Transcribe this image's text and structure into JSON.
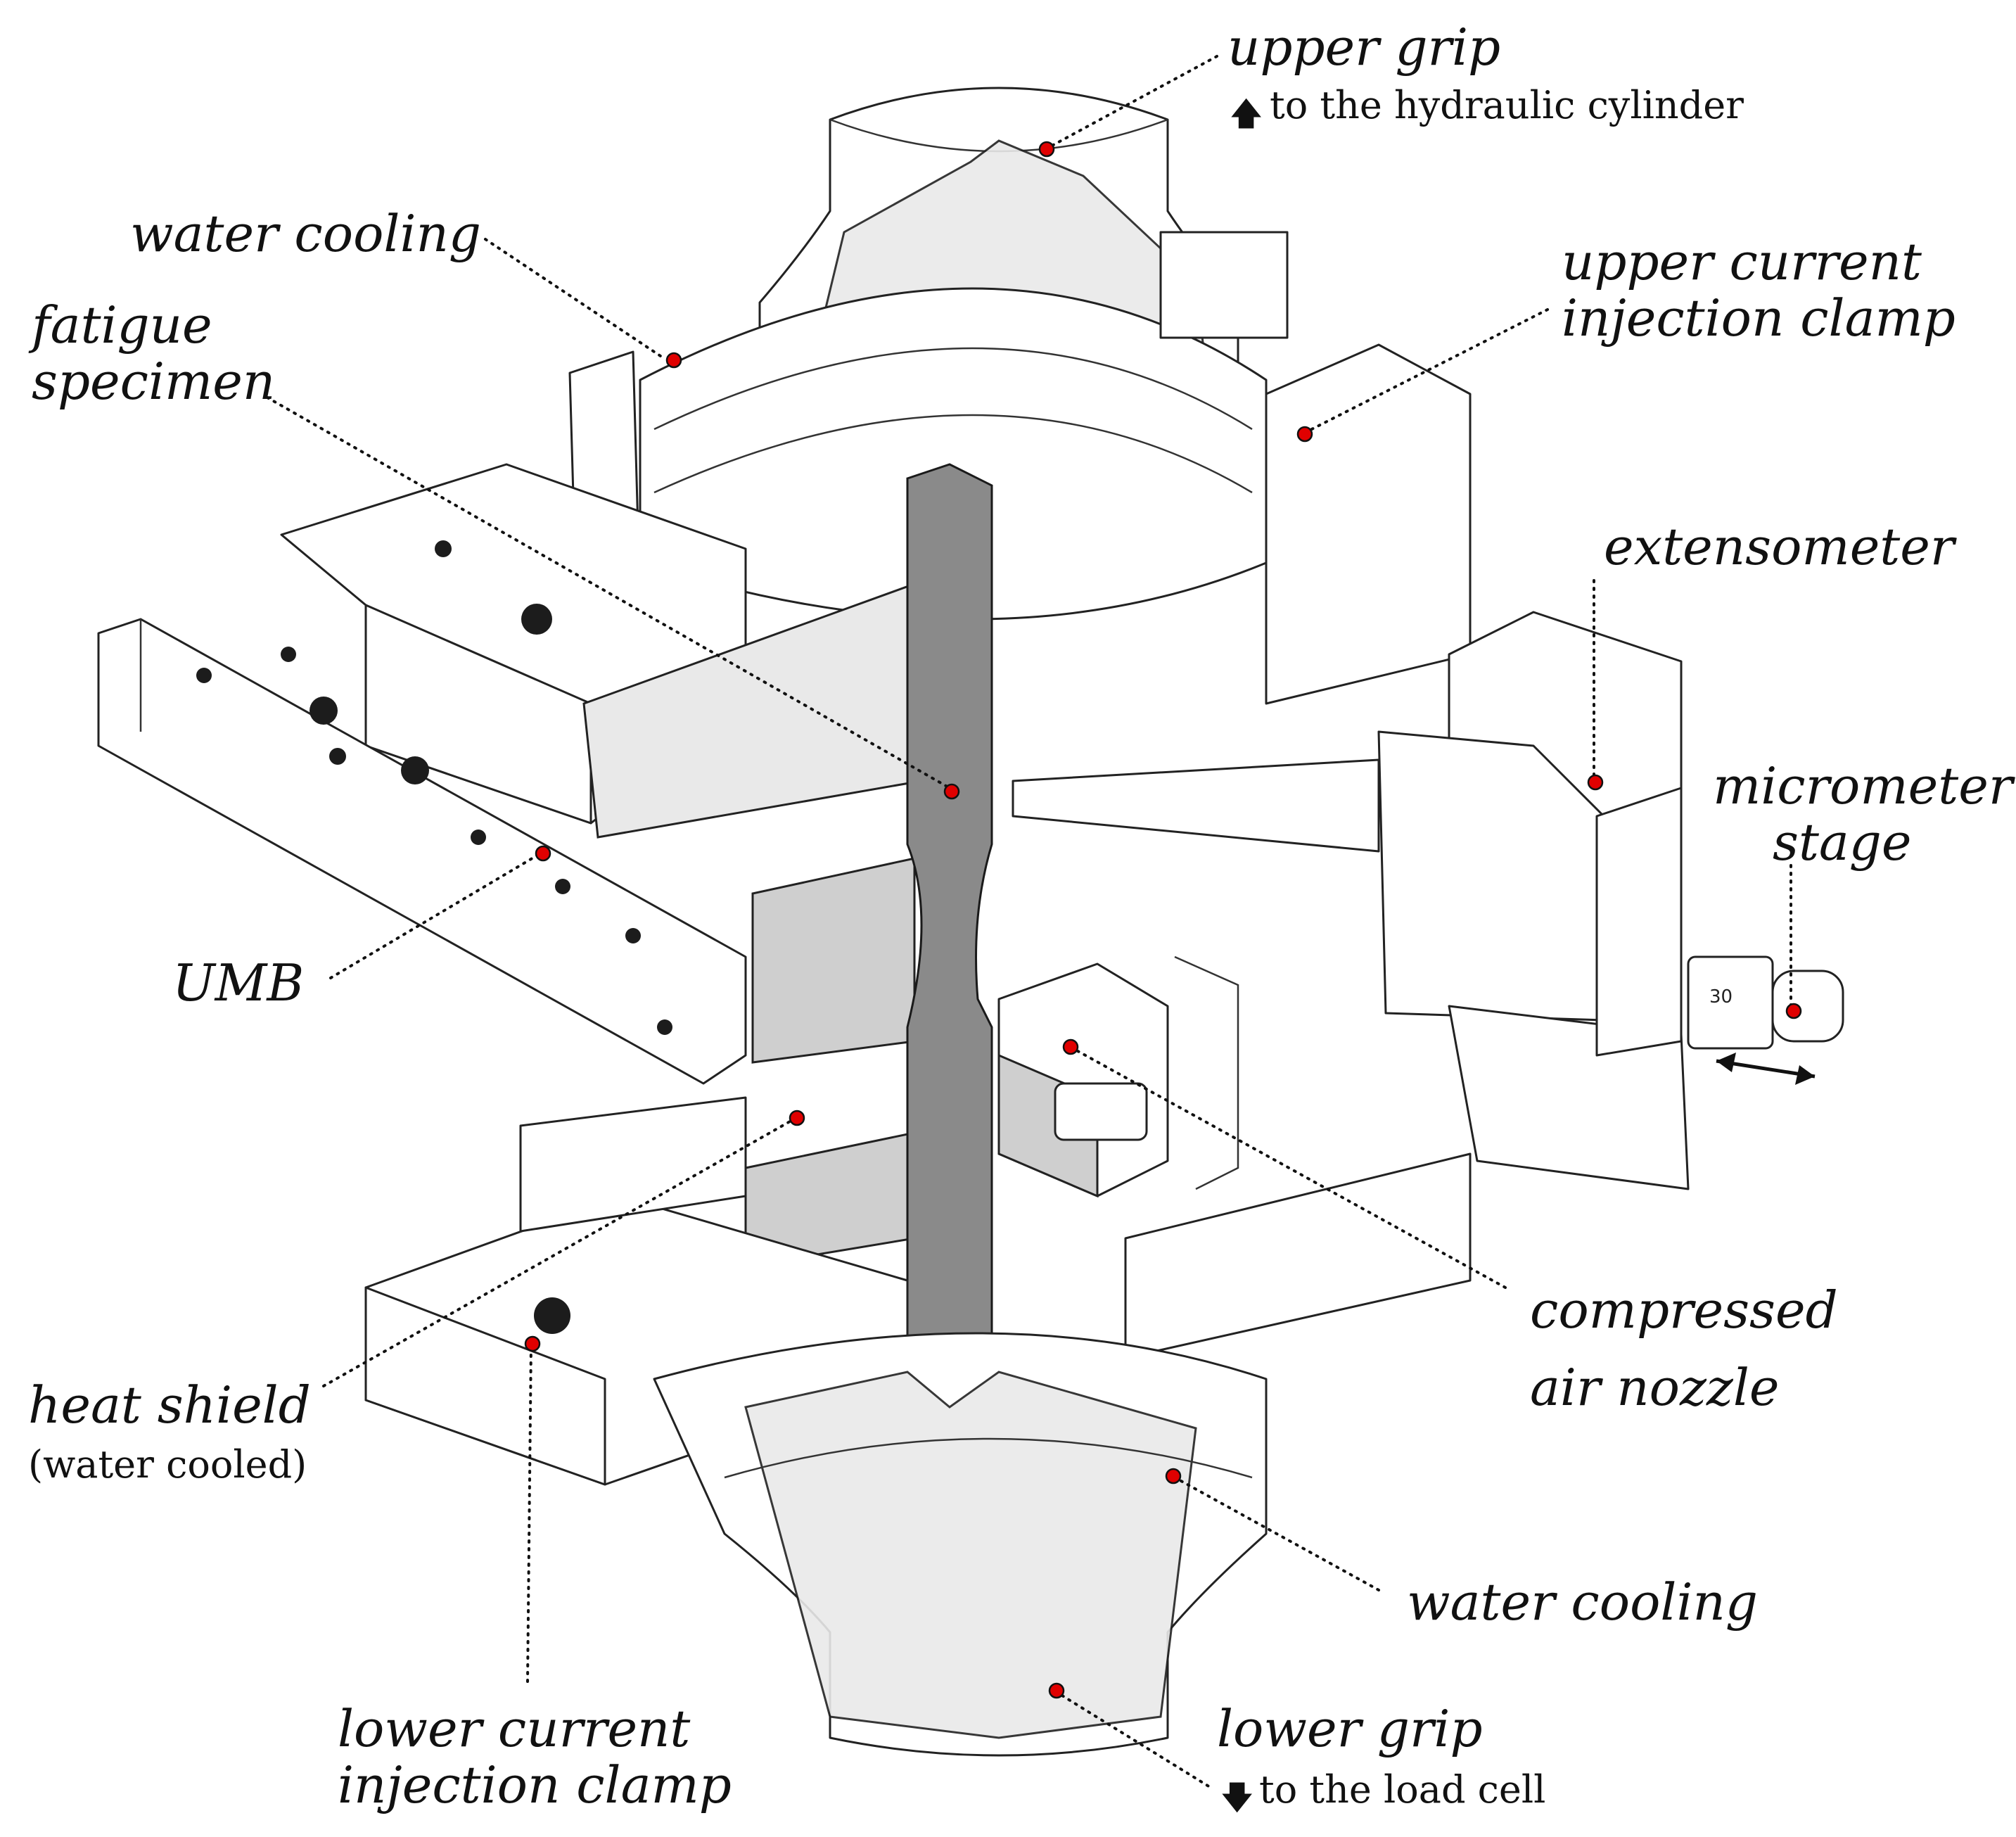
{
  "labels": {
    "upper_grip": "upper grip",
    "upper_grip_note": "to the hydraulic cylinder",
    "water_cooling_top": "water cooling",
    "upper_clamp_line1": "upper current",
    "upper_clamp_line2": "injection clamp",
    "fatigue_line1": "fatigue",
    "fatigue_line2": "specimen",
    "extensometer": "extensometer",
    "micrometer_line1": "micrometer",
    "micrometer_line2": "stage",
    "umb": "UMB",
    "compressed_line1": "compressed",
    "compressed_line2": "air nozzle",
    "heat_shield": "heat shield",
    "heat_shield_note": "(water cooled)",
    "water_cooling_bottom": "water cooling",
    "lower_clamp_line1": "lower current",
    "lower_clamp_line2": "injection clamp",
    "lower_grip": "lower grip",
    "lower_grip_note": "to the load cell",
    "micrometer_scale": "30"
  },
  "icons": {
    "up_arrow": "arrow-up-icon",
    "down_arrow": "arrow-down-icon",
    "double_arrow": "double-arrow-icon"
  },
  "colors": {
    "marker": "#e00000",
    "line": "#111111",
    "background": "#ffffff"
  }
}
